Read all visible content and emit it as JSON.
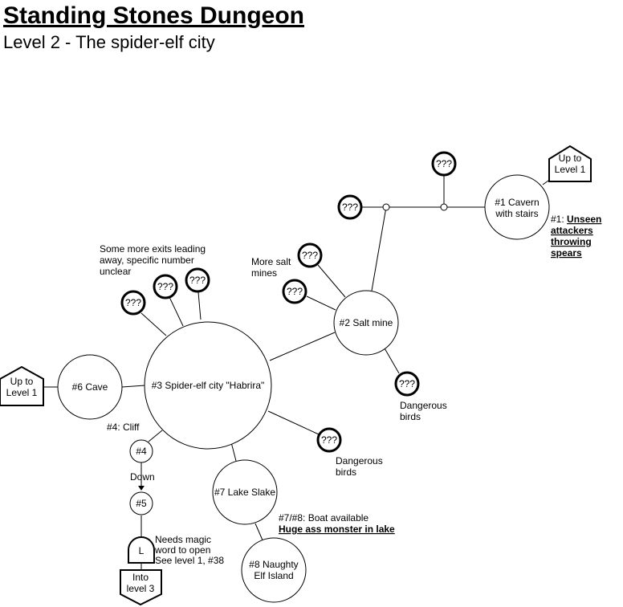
{
  "title": "Standing Stones Dungeon",
  "subtitle": "Level 2 - The spider-elf city",
  "rooms": {
    "cavern": [
      "#1 Cavern",
      "with stairs"
    ],
    "salt_mine": "#2 Salt mine",
    "city": "#3 Spider-elf city \"Habrira\"",
    "cave": "#6 Cave",
    "lake": "#7 Lake Slake",
    "island": [
      "#8 Naughty",
      "Elf Island"
    ],
    "n4": "#4",
    "n5": "#5"
  },
  "unknown_label": "???",
  "exits": {
    "up_right": [
      "Up to",
      "Level 1"
    ],
    "up_left": [
      "Up to",
      "Level 1"
    ],
    "into_level3": [
      "Into",
      "level 3"
    ],
    "lock": "L"
  },
  "notes": {
    "attackers_prefix": "#1:",
    "attackers": [
      "Unseen",
      "attackers",
      "throwing",
      "spears"
    ],
    "more_salt": [
      "More salt",
      "mines"
    ],
    "more_exits": [
      "Some more exits leading",
      "away, specific number",
      "unclear"
    ],
    "birds_a": [
      "Dangerous",
      "birds"
    ],
    "birds_b": [
      "Dangerous",
      "birds"
    ],
    "cliff": "#4: Cliff",
    "down": "Down",
    "magic": [
      "Needs magic",
      "word to open",
      "See level 1, #38"
    ],
    "boat": "#7/#8: Boat available",
    "monster": "Huge ass monster in lake"
  }
}
